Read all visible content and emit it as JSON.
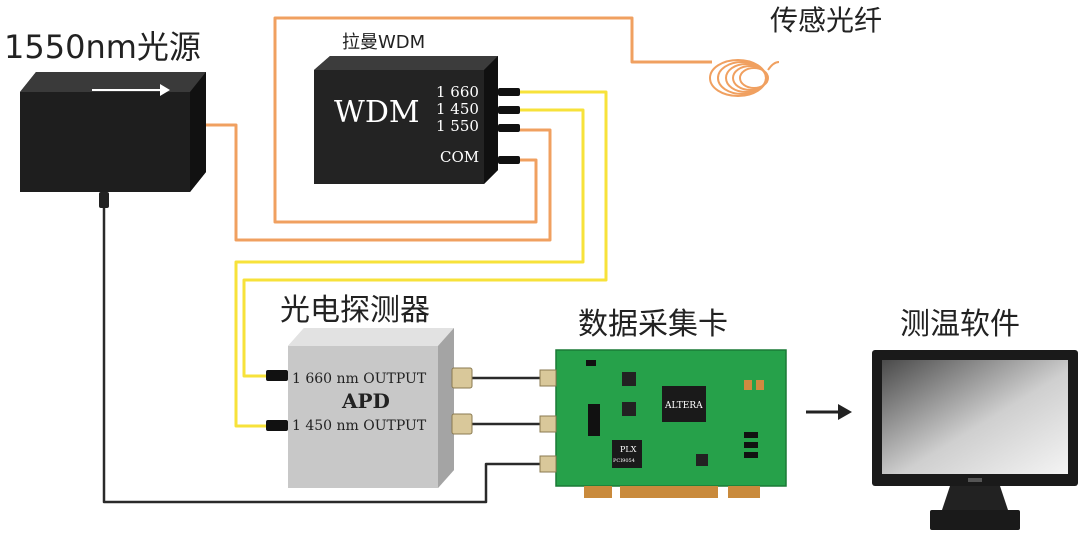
{
  "labels": {
    "laser": "1550nm光源",
    "wdm_title": "拉曼WDM",
    "sensing_fiber": "传感光纤",
    "detector": "光电探测器",
    "daq": "数据采集卡",
    "software": "测温软件"
  },
  "wdm": {
    "name": "WDM",
    "ports": [
      "1 660",
      "1 450",
      "1 550",
      "COM"
    ]
  },
  "apd": {
    "name": "APD",
    "outputs": [
      "1 660 nm OUTPUT",
      "1 450 nm OUTPUT"
    ]
  },
  "daq_card": {
    "main_chip": "ALTERA",
    "chip2_line1": "PLX",
    "chip2_line2": "PCI9054"
  },
  "colors": {
    "orange_fiber": "#f0a060",
    "yellow_fiber": "#f7e23a",
    "electrical": "#2a2a2a",
    "pcb": "#26a14a"
  }
}
